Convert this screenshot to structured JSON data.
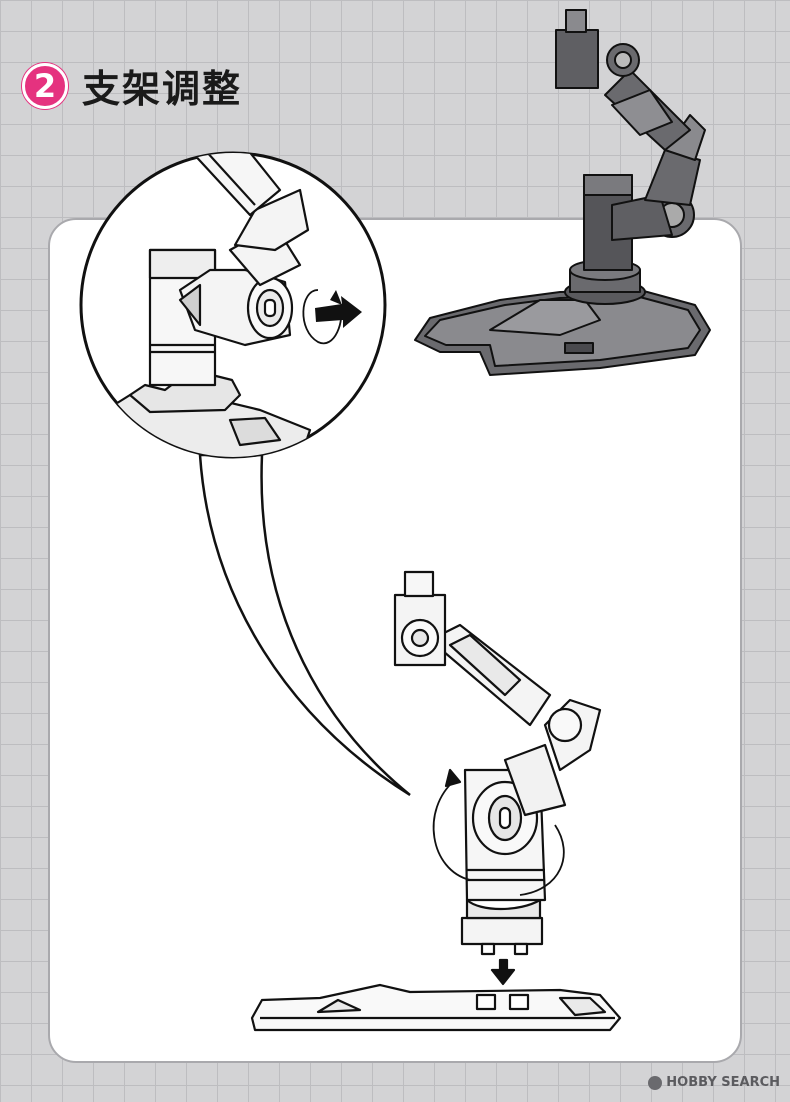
{
  "step": {
    "number": "2",
    "title": "支架调整"
  },
  "watermark": {
    "text": "HOBBY SEARCH"
  },
  "colors": {
    "badge": "#e5327f",
    "background": "#d3d3d5",
    "panel": "#ffffff",
    "metal_dark": "#6a6a6e",
    "metal_light": "#f4f4f4"
  },
  "illustrations": [
    {
      "name": "assembled-stand",
      "style": "shaded"
    },
    {
      "name": "detail-zoom-circle",
      "style": "line-art"
    },
    {
      "name": "arm-rotation-diagram",
      "style": "line-art"
    }
  ]
}
